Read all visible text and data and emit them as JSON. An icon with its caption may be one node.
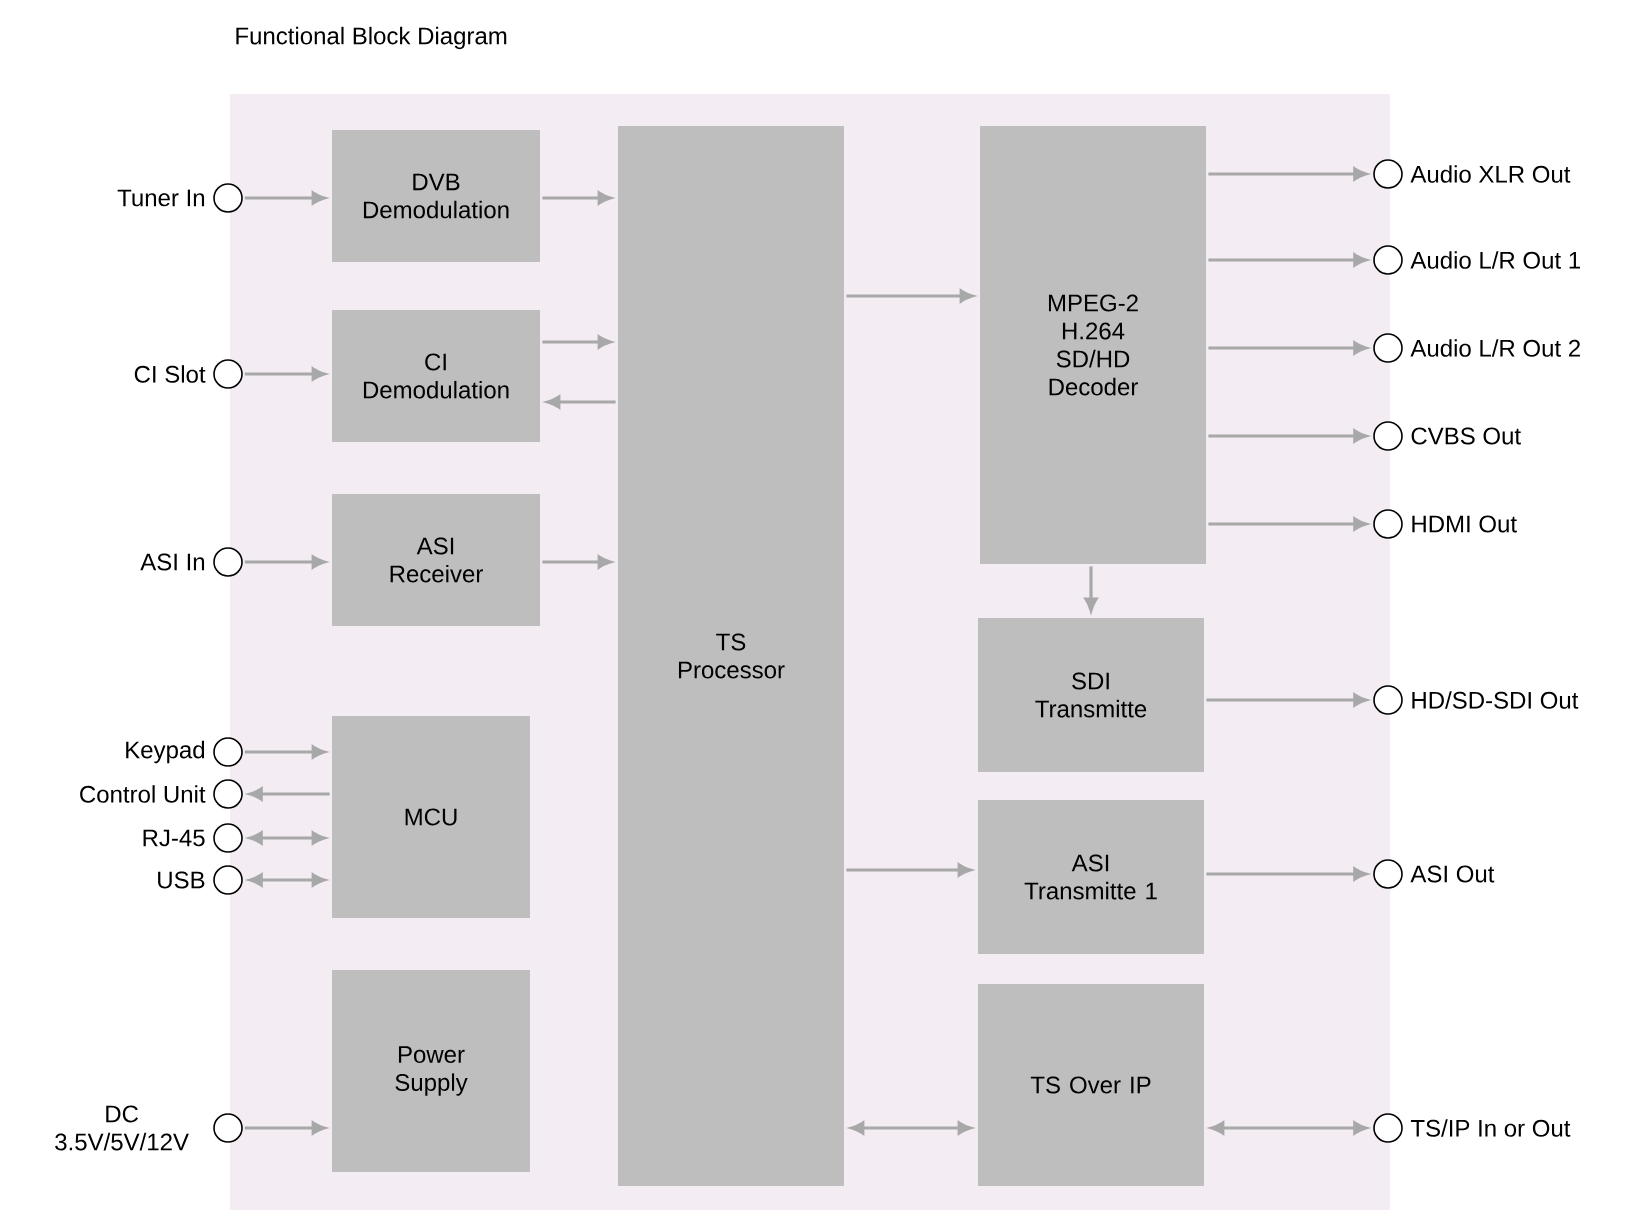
{
  "diagram": {
    "title": "Functional Block Diagram",
    "nodes": [
      {
        "text": [],
        "shape": "box"
      },
      {
        "text": [
          "DVB Demodulation"
        ],
        "in": 0
      },
      {
        "text": [
          "CI Demodulation"
        ],
        "in": 0
      },
      {
        "text": [
          "ASI Receiver"
        ],
        "in": 0
      },
      {
        "text": [
          "MCU"
        ],
        "in": 0
      },
      {
        "text": [
          "Power Supply"
        ],
        "in": 0
      },
      {
        "text": [
          "TS Processor"
        ],
        "in": 0
      },
      {
        "text": [
          "MPEG-2 H.264 SD/HD Decoder"
        ],
        "in": 0
      },
      {
        "text": [
          "SDI Transmitte"
        ],
        "in": 0
      },
      {
        "text": [
          "ASI Transmitte 1"
        ],
        "in": 0
      },
      {
        "text": [
          "TS Over IP"
        ],
        "in": 0
      },
      {
        "text": [],
        "shape": "circle",
        "beside": [
          "Tuner In"
        ]
      },
      {
        "text": [],
        "shape": "circle",
        "beside": [
          "CI Slot"
        ]
      },
      {
        "text": [],
        "shape": "circle",
        "beside": [
          "ASI In"
        ]
      },
      {
        "text": [],
        "shape": "circle",
        "beside": [
          "Keypad"
        ]
      },
      {
        "text": [],
        "shape": "circle",
        "beside": [
          "Control Unit"
        ]
      },
      {
        "text": [],
        "shape": "circle",
        "beside": [
          "RJ-45"
        ]
      },
      {
        "text": [],
        "shape": "circle",
        "beside": [
          "USB"
        ]
      },
      {
        "text": [],
        "shape": "circle",
        "beside": [
          "DC 3.5V/5V/12V"
        ]
      },
      {
        "text": [],
        "shape": "circle",
        "beside": [
          "Audio XLR Out"
        ]
      },
      {
        "text": [],
        "shape": "circle",
        "beside": [
          "Audio L/R Out 1"
        ]
      },
      {
        "text": [],
        "shape": "circle",
        "beside": [
          "Audio L/R Out 2"
        ]
      },
      {
        "text": [],
        "shape": "circle",
        "beside": [
          "CVBS Out"
        ]
      },
      {
        "text": [],
        "shape": "circle",
        "beside": [
          "HDMI Out"
        ]
      },
      {
        "text": [],
        "shape": "circle",
        "beside": [
          "HD/SD-SDI Out"
        ]
      },
      {
        "text": [],
        "shape": "circle",
        "beside": [
          "ASI Out"
        ]
      },
      {
        "text": [],
        "shape": "circle",
        "beside": [
          "TS/IP In or Out"
        ]
      }
    ],
    "edges": [
      {
        "from": 11,
        "to": 1,
        "arrow": "to"
      },
      {
        "from": 1,
        "to": 6,
        "arrow": "to"
      },
      {
        "from": 12,
        "to": 2,
        "arrow": "to"
      },
      {
        "from": 2,
        "to": 6,
        "arrow": "to"
      },
      {
        "from": 6,
        "to": 2,
        "arrow": "to"
      },
      {
        "from": 13,
        "to": 3,
        "arrow": "to"
      },
      {
        "from": 3,
        "to": 6,
        "arrow": "to"
      },
      {
        "from": 14,
        "to": 4,
        "arrow": "to"
      },
      {
        "from": 4,
        "to": 15,
        "arrow": "to"
      },
      {
        "from": 16,
        "to": 4,
        "arrow": "both"
      },
      {
        "from": 17,
        "to": 4,
        "arrow": "both"
      },
      {
        "from": 18,
        "to": 5,
        "arrow": "to"
      },
      {
        "from": 6,
        "to": 7,
        "arrow": "to"
      },
      {
        "from": 7,
        "to": 19,
        "arrow": "to"
      },
      {
        "from": 7,
        "to": 20,
        "arrow": "to"
      },
      {
        "from": 7,
        "to": 21,
        "arrow": "to"
      },
      {
        "from": 7,
        "to": 22,
        "arrow": "to"
      },
      {
        "from": 7,
        "to": 23,
        "arrow": "to"
      },
      {
        "from": 7,
        "to": 8,
        "arrow": "to"
      },
      {
        "from": 8,
        "to": 24,
        "arrow": "to"
      },
      {
        "from": 6,
        "to": 9,
        "arrow": "to"
      },
      {
        "from": 9,
        "to": 25,
        "arrow": "to"
      },
      {
        "from": 6,
        "to": 10,
        "arrow": "both"
      },
      {
        "from": 10,
        "to": 26,
        "arrow": "both"
      }
    ]
  }
}
